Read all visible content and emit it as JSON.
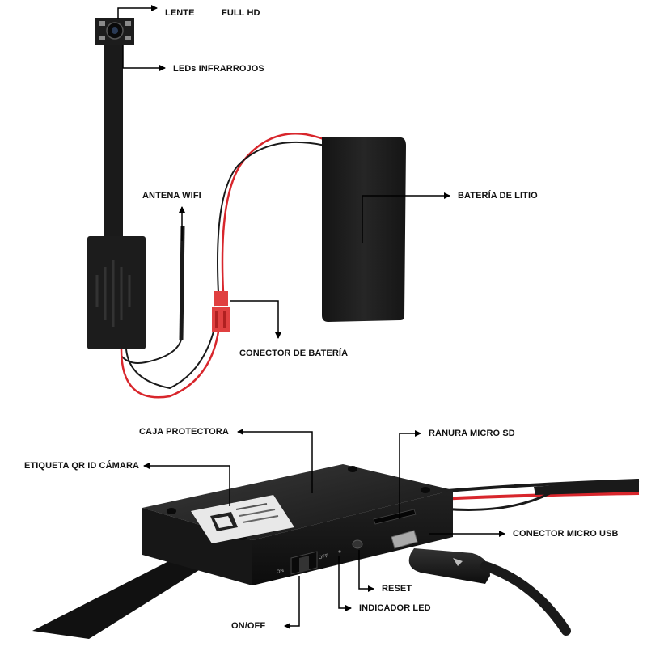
{
  "labels": {
    "lens": "LENTE",
    "resolution": "FULL HD",
    "ir_leds": "LEDs INFRARROJOS",
    "wifi_antenna": "ANTENA WIFI",
    "lithium_battery": "BATERÍA DE LITIO",
    "battery_connector": "CONECTOR DE BATERÍA",
    "protective_case": "CAJA PROTECTORA",
    "qr_label": "ETIQUETA QR ID CÁMARA",
    "micro_sd_slot": "RANURA MICRO SD",
    "micro_usb_connector": "CONECTOR MICRO USB",
    "reset": "RESET",
    "led_indicator": "INDICADOR LED",
    "on_off": "ON/OFF"
  },
  "device_markings": {
    "switch_on": "ON",
    "switch_off": "OFF"
  },
  "colors": {
    "device_black": "#1c1c1c",
    "cable_red": "#d8262c",
    "cable_black": "#1a1a1a",
    "pointer": "#000000"
  }
}
